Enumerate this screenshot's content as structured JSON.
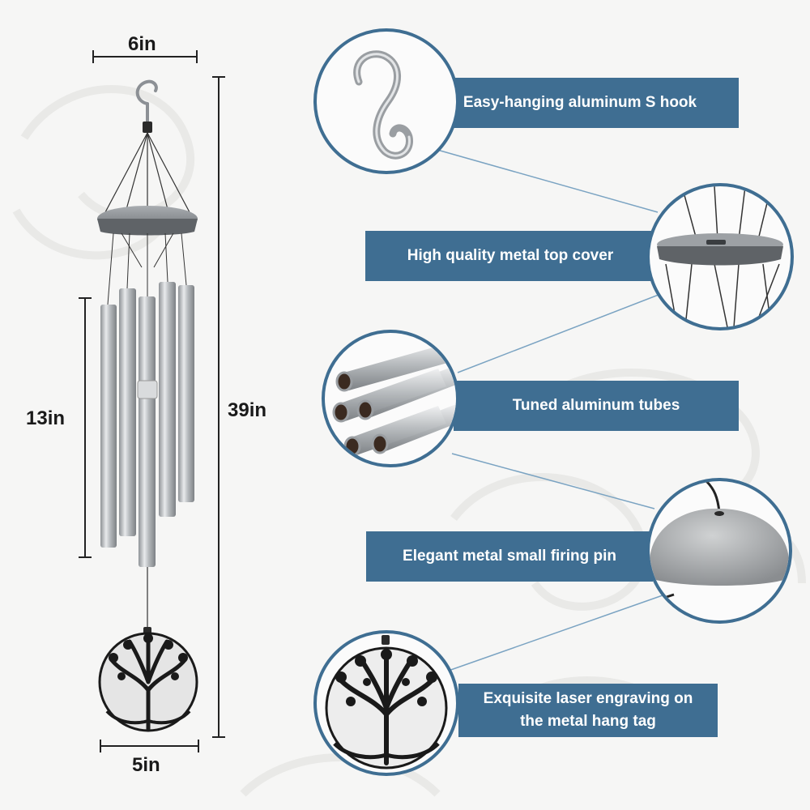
{
  "colors": {
    "banner": "#3f6e92",
    "ring": "#3f6e92",
    "metal": "#b9bdc1",
    "background": "#f6f6f5"
  },
  "dimensions": {
    "top_width": "6in",
    "tube_length": "13in",
    "total_length": "39in",
    "tag_width": "5in"
  },
  "features": [
    {
      "label": "Easy-hanging aluminum S hook",
      "icon": "s-hook-icon"
    },
    {
      "label": "High quality metal top cover",
      "icon": "top-cover-icon"
    },
    {
      "label": "Tuned aluminum tubes",
      "icon": "tubes-icon"
    },
    {
      "label": "Elegant metal small firing pin",
      "icon": "firing-pin-icon"
    },
    {
      "label": "Exquisite laser engraving on\nthe metal hang tag",
      "icon": "tree-tag-icon"
    }
  ]
}
